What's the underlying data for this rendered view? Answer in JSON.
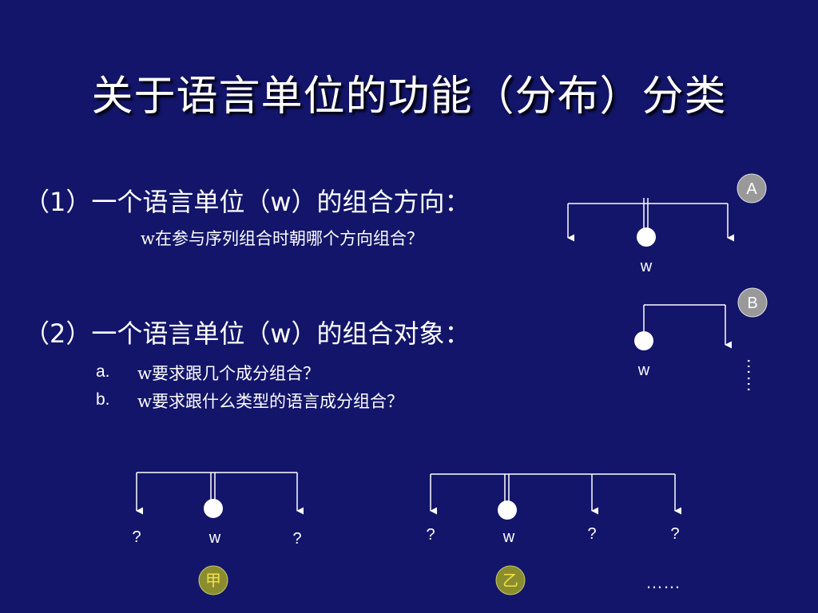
{
  "title": "关于语言单位的功能（分布）分类",
  "section1": {
    "heading": "（1）一个语言单位（w）的组合方向：",
    "question": "w在参与序列组合时朝哪个方向组合？"
  },
  "section2": {
    "heading": "（2）一个语言单位（w）的组合对象：",
    "items": [
      {
        "marker": "a.",
        "text": "w要求跟几个成分组合？"
      },
      {
        "marker": "b.",
        "text": "w要求跟什么类型的语言成分组合？"
      }
    ]
  },
  "diagrams": {
    "A": {
      "badge": "A",
      "node": "w"
    },
    "B": {
      "badge": "B",
      "node": "w",
      "ellipsis": "……"
    },
    "jia": {
      "badge": "甲",
      "node": "w",
      "left": "?",
      "right": "?"
    },
    "yi": {
      "badge": "乙",
      "node": "w",
      "left": "?",
      "right1": "?",
      "right2": "?"
    },
    "trailing_ellipsis": "……"
  },
  "colors": {
    "background": "#13156a",
    "badge_gray": "#999999",
    "badge_olive": "#8a8d2e",
    "badge_olive_text": "#f5e04a"
  }
}
